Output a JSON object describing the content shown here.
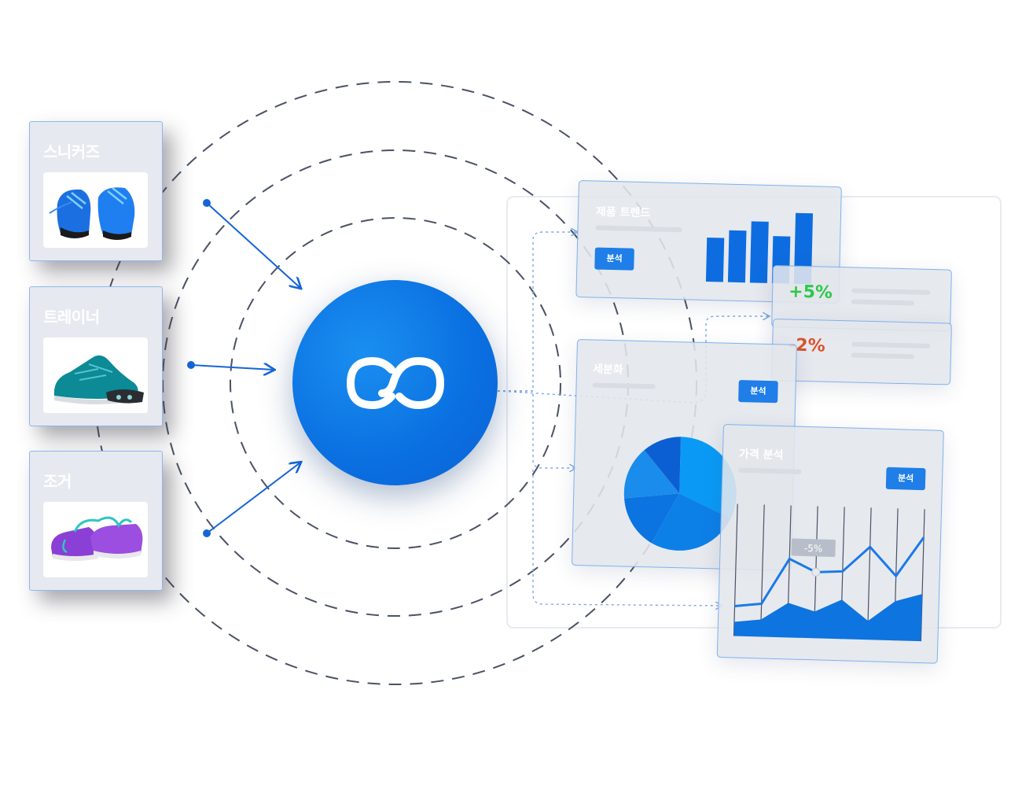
{
  "products": [
    {
      "title": "스니커즈",
      "icon": "blue-sneaker-image"
    },
    {
      "title": "트레이너",
      "icon": "teal-trainer-image"
    },
    {
      "title": "조거",
      "icon": "purple-jogger-image"
    }
  ],
  "hub": {
    "icon": "infinity-logo-icon"
  },
  "panels": {
    "trend": {
      "title": "제품 트렌드",
      "button": "분석"
    },
    "up": {
      "value": "+5%",
      "color": "#2ec84a"
    },
    "down": {
      "value": "-2%",
      "color": "#d9532b"
    },
    "segment": {
      "title": "세분화",
      "button": "분석"
    },
    "price": {
      "title": "가격 분석",
      "button": "분석",
      "tooltip": "-5%"
    }
  },
  "colors": {
    "accent": "#1f7ee8",
    "bar": "#0d6de0",
    "dashed": "#4a5264"
  }
}
